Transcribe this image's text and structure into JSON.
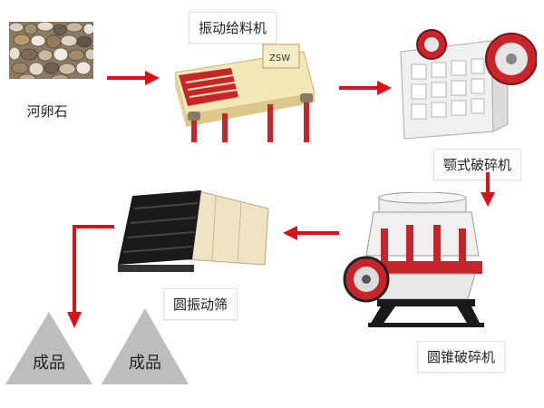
{
  "steps": {
    "pebbles": {
      "label": "河卵石"
    },
    "vibrating_feeder": {
      "label": "振动给料机"
    },
    "jaw_crusher": {
      "label": "颚式破碎机"
    },
    "cone_crusher": {
      "label": "圆锥破碎机"
    },
    "circular_screen": {
      "label": "圆振动筛"
    }
  },
  "products": [
    {
      "label": "成品"
    },
    {
      "label": "成品"
    }
  ],
  "colors": {
    "arrow": "#d71218",
    "product_triangle": "#bdbdbd",
    "feeder_body": "#f2e7b7",
    "machine_red": "#c8252b",
    "machine_white": "#f0f0f0",
    "machine_dark": "#1a1a1a"
  }
}
